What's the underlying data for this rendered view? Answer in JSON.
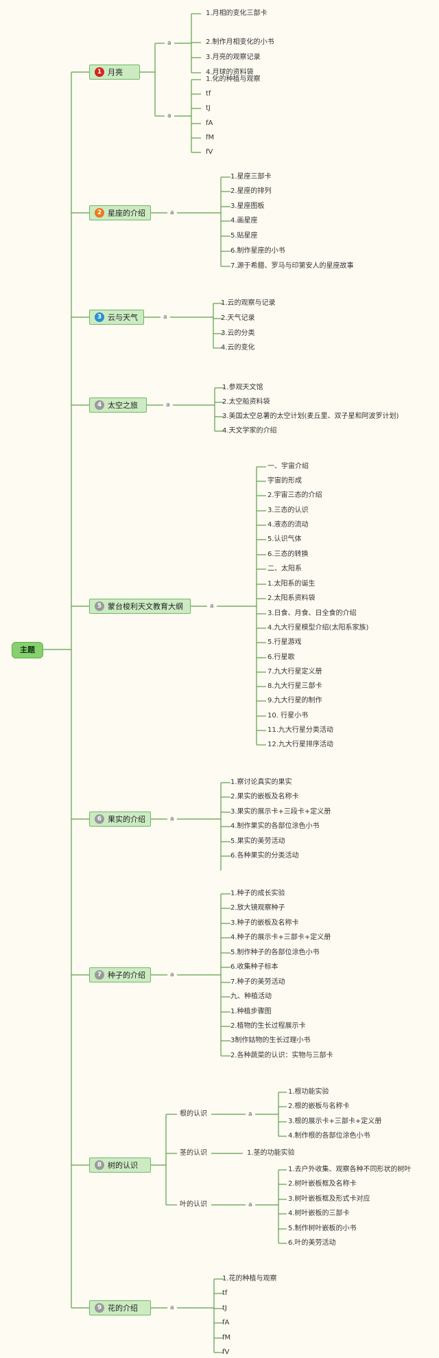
{
  "root": {
    "label": "主题"
  },
  "colors": {
    "line": "#5b9e4a",
    "node_fill": "#cdebc3",
    "root_fill": "#86d06f"
  },
  "branches": [
    {
      "number": "1",
      "num_color": "#d7261e",
      "label": "月亮",
      "groups": [
        {
          "label": "a",
          "items": [
            "1.月相的变化三部卡",
            "2.制作月相变化的小书",
            "3.月亮的观察记录",
            "4.月球的资料袋"
          ]
        },
        {
          "label": "a",
          "items": [
            "1.化的种植与观察",
            "tf",
            "tJ",
            "fA",
            "fM",
            "fV"
          ]
        }
      ]
    },
    {
      "number": "2",
      "num_color": "#ea7a1f",
      "label": "星座的介绍",
      "groups": [
        {
          "label": "a",
          "items": [
            "1.星座三部卡",
            "2.星座的排列",
            "3.星座图板",
            "4.画星座",
            "5.贴星座",
            "6.制作星座的小书",
            "7.源于希腊、罗马与印第安人的星座故事"
          ]
        }
      ]
    },
    {
      "number": "3",
      "num_color": "#2a8fd1",
      "label": "云与天气",
      "groups": [
        {
          "label": "a",
          "items": [
            "1.云的观察与记录",
            "2.天气记录",
            "3.云的分类",
            "4.云的变化"
          ]
        }
      ]
    },
    {
      "number": "4",
      "num_color": "#9a9a9a",
      "label": "太空之旅",
      "groups": [
        {
          "label": "a",
          "items": [
            "1.参观天文馆",
            "2.太空船资料袋",
            "3.美国太空总署的太空计划(麦丘里、双子星和阿波罗计划)",
            "4.天文学家的介绍"
          ]
        }
      ]
    },
    {
      "number": "5",
      "num_color": "#9a9a9a",
      "label": "蒙台梭利天文教育大纲",
      "groups": [
        {
          "label": "a",
          "items": [
            "一、宇宙介绍",
            "宇宙的形成",
            "2.宇宙三态的介绍",
            "3.三态的认识",
            "4.液态的流动",
            "5.认识气体",
            "6.三态的转换",
            "二、太阳系",
            "1.太阳系的诞生",
            "2.太阳系资料袋",
            "3.日食、月食、日全食的介绍",
            "4.九大行星模型介绍(太阳系家族)",
            "5.行星游戏",
            "6.行星歌",
            "7.九大行星定义册",
            "8.九大行星三部卡",
            "9.九大行星的制作",
            "10. 行星小书",
            "11.九大行星分类活动",
            "12.九大行星排序活动"
          ]
        }
      ]
    },
    {
      "number": "6",
      "num_color": "#9a9a9a",
      "label": "果实的介绍",
      "groups": [
        {
          "label": "a",
          "items": [
            "1.察讨论真实的果实",
            "2.果实的嵌板及名称卡",
            "3.果实的展示卡+三段卡+定义册",
            "4.制作果实的各部位涂色小书",
            "5.果实的美劳活动",
            "6.各种果实的分类活动"
          ]
        }
      ]
    },
    {
      "number": "7",
      "num_color": "#9a9a9a",
      "label": "种子的介绍",
      "groups": [
        {
          "label": "a",
          "items": [
            "1.种子的成长实验",
            "2.放大镜观察种子",
            "3.种子的嵌板及名称卡",
            "4.种子的展示卡+三部卡+定义册",
            "5.制作种子的各部位涂色小书",
            "6.收集种子标本",
            "7.种子的美劳活动",
            "九、种植活动",
            "1.种植步骤图",
            "2.植物的生长过程展示卡",
            "3制作姑物的生长过理小书",
            "2.各种蔬菜的认识：实物与三部卡"
          ]
        }
      ]
    },
    {
      "number": "8",
      "num_color": "#9a9a9a",
      "label": "树的认识",
      "subs": [
        {
          "label": "根的认识",
          "a": "a",
          "items": [
            "1.根功能实验",
            "2.根的嵌板与名称卡",
            "3.根的展示卡+三部卡+定义册",
            "4.制作根的各部位涂色小书"
          ]
        },
        {
          "label": "茎的认识",
          "a": "",
          "items": [
            "1.茎的功能实验"
          ]
        },
        {
          "label": "叶的认识",
          "a": "a",
          "items": [
            "1.去户外收集、观察各种不同形状的树叶",
            "2.树叶嵌板框及名称卡",
            "3.树叶嵌板框及形式卡对应",
            "4.树叶嵌板的三部卡",
            "5.制作树叶嵌板的小书",
            "6.叶的美劳活动"
          ]
        }
      ]
    },
    {
      "number": "9",
      "num_color": "#9a9a9a",
      "label": "花的介绍",
      "groups": [
        {
          "label": "a",
          "items": [
            "1.花的种植与观察",
            "tf",
            "tJ",
            "fA",
            "fM",
            "fV"
          ]
        }
      ]
    }
  ]
}
